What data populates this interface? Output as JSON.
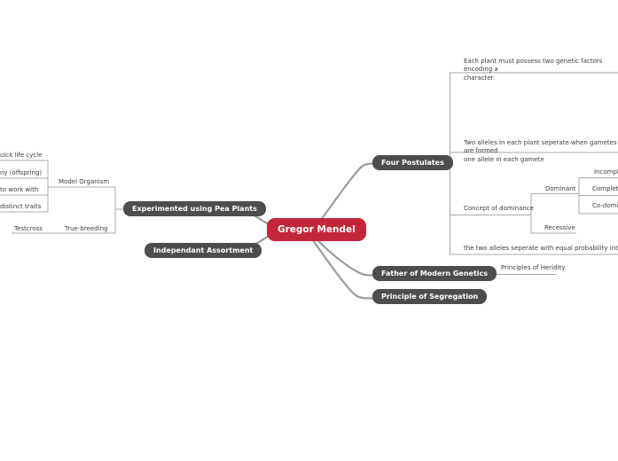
{
  "colors": {
    "canvas_bg": "#ffffff",
    "root_bg": "#c32638",
    "branch_bg": "#4d4d4d",
    "node_text": "#ffffff",
    "label_text": "#3c3c3c",
    "bracket_line": "#a8a8a8",
    "curve_line": "#9a9a9a"
  },
  "root": {
    "label": "Gregor Mendel"
  },
  "branches": {
    "experimented": {
      "label": "Experimented using Pea Plants"
    },
    "independant": {
      "label": "Independant Assortment"
    },
    "four_postulates": {
      "label": "Four Postulates"
    },
    "father": {
      "label": "Father of Modern Genetics"
    },
    "segregation": {
      "label": "Principle of Segregation"
    }
  },
  "pea_subtree": {
    "model_organism": "Model Organism",
    "traits": [
      "uick life cycle",
      "ny (offspring)",
      "to work with",
      "distinct traits"
    ],
    "testcross": "Testcross",
    "true_breeding": "True-breeding"
  },
  "postulates": {
    "p1": "Each plant must possess two genetic factors encoding a\ncharacter.",
    "p2": "Two alleles in each plant seperate when gametes are formed\none allele in each gamete",
    "concept_of_dominance": "Concept of dominance",
    "dominant": "Dominant",
    "recessive": "Recessive",
    "dominance_types": [
      "Incomple",
      "Complete",
      "Co-domi"
    ],
    "p4": "the two alleles seperate with equal probability into gametes"
  },
  "heredity": {
    "label": "Principles of Heridity"
  }
}
